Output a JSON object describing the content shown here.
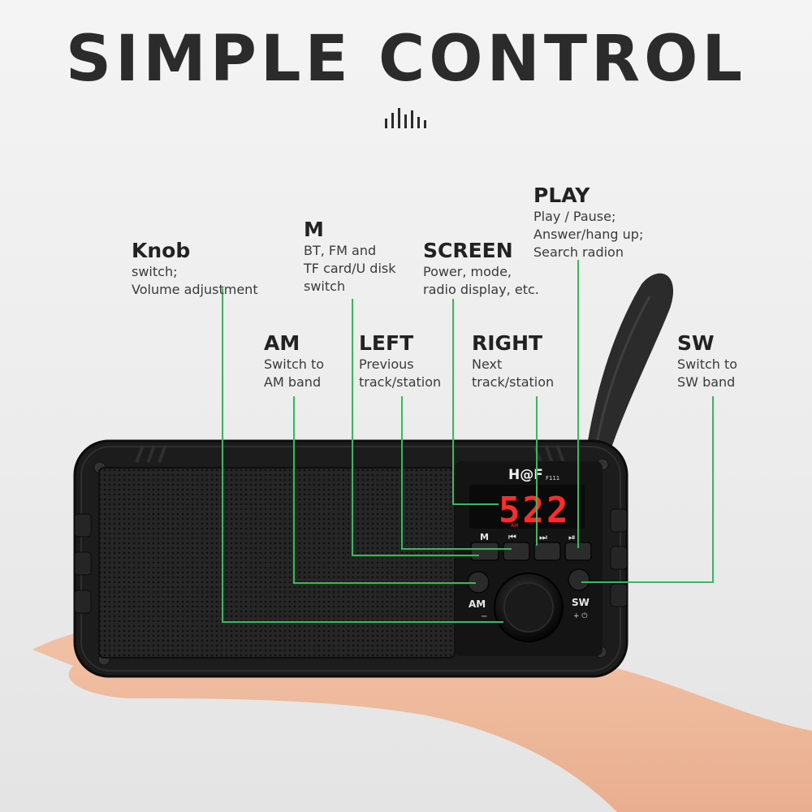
{
  "title": "SIMPLE CONTROL",
  "brand": {
    "logo": "H@F",
    "model": "F111"
  },
  "display": {
    "digits": "522",
    "mode": "AM"
  },
  "buttons": {
    "m": "M",
    "left": "⏮",
    "right": "⏭",
    "play": "⏯",
    "am": "AM",
    "sw": "SW",
    "knob_minus": "−",
    "sw_power": "+ ⏻"
  },
  "labels": [
    {
      "id": "knob",
      "title": "Knob",
      "lines": [
        "switch;",
        "Volume adjustment"
      ]
    },
    {
      "id": "m",
      "title": "M",
      "lines": [
        "BT, FM and",
        "TF card/U disk",
        "switch"
      ]
    },
    {
      "id": "screen",
      "title": "SCREEN",
      "lines": [
        "Power, mode,",
        "radio display, etc."
      ]
    },
    {
      "id": "play",
      "title": "PLAY",
      "lines": [
        "Play / Pause;",
        "Answer/hang up;",
        "Search radion"
      ]
    },
    {
      "id": "am",
      "title": "AM",
      "lines": [
        "Switch to",
        "AM band"
      ]
    },
    {
      "id": "left",
      "title": "LEFT",
      "lines": [
        "Previous",
        "track/station"
      ]
    },
    {
      "id": "right",
      "title": "RIGHT",
      "lines": [
        "Next",
        "track/station"
      ]
    },
    {
      "id": "sw",
      "title": "SW",
      "lines": [
        "Switch to",
        "SW band"
      ]
    }
  ],
  "colors": {
    "leader_line": "#2fbf5a",
    "led": "#ff2b2b",
    "body": "#1f1f1f"
  }
}
